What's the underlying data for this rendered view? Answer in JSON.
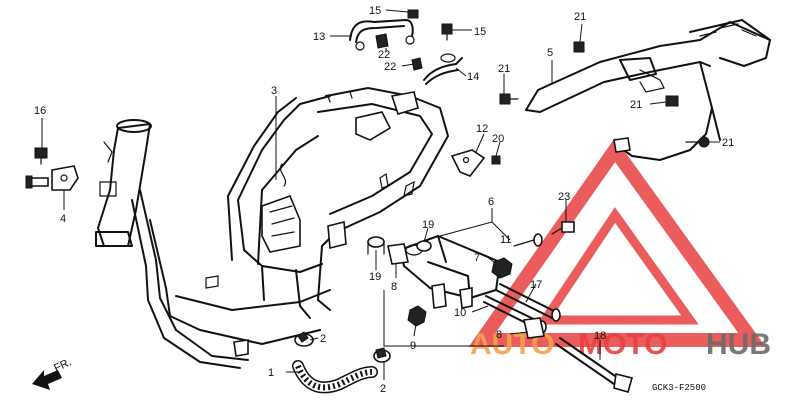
{
  "diagram": {
    "code": "GCK3-F2500",
    "front_arrow": "FR.",
    "watermark": {
      "part1": "AUTO",
      "part2": "MOTO",
      "part3": "HUB",
      "color_red": "#e84040",
      "color_orange": "#f3a24e",
      "color_gray": "#6b6b6b"
    },
    "labels": {
      "n1": "1",
      "n2a": "2",
      "n2b": "2",
      "n3": "3",
      "n4": "4",
      "n5": "5",
      "n6": "6",
      "n7": "7",
      "n8a": "8",
      "n8b": "8",
      "n9": "9",
      "n10": "10",
      "n11": "11",
      "n12": "12",
      "n13": "13",
      "n14": "14",
      "n15a": "15",
      "n15b": "15",
      "n16": "16",
      "n17": "17",
      "n18": "18",
      "n19a": "19",
      "n19b": "19",
      "n20": "20",
      "n21a": "21",
      "n21b": "21",
      "n21c": "21",
      "n21d": "21",
      "n22a": "22",
      "n22b": "22",
      "n23": "23"
    }
  }
}
